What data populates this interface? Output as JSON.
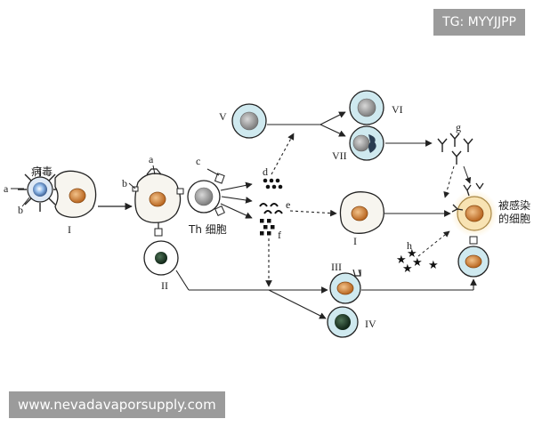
{
  "watermarks": {
    "top": "TG: MYYJJPP",
    "bottom": "www.nevadavaporsupply.com"
  },
  "labels": {
    "virus": "病毒",
    "a_left": "a",
    "b_left": "b",
    "roman_I_first": "I",
    "a_mid": "a",
    "b_mid": "b",
    "c": "c",
    "th_cell": "Th 细胞",
    "d": "d",
    "e": "e",
    "f": "f",
    "roman_II": "II",
    "roman_V": "V",
    "roman_VI": "VI",
    "roman_VII": "VII",
    "g": "g",
    "roman_I_second": "I",
    "roman_III": "III",
    "h": "h",
    "roman_IV": "IV",
    "infected_cell_line1": "被感染",
    "infected_cell_line2": "的细胞"
  },
  "colors": {
    "line": "#222222",
    "nucleus_orange": "#d98a3a",
    "cell_blue": "#bfe3ea",
    "nucleus_gray": "#9a9a9a",
    "nucleus_dark": "#1f3a26",
    "infected_halo": "#f6d48a"
  }
}
